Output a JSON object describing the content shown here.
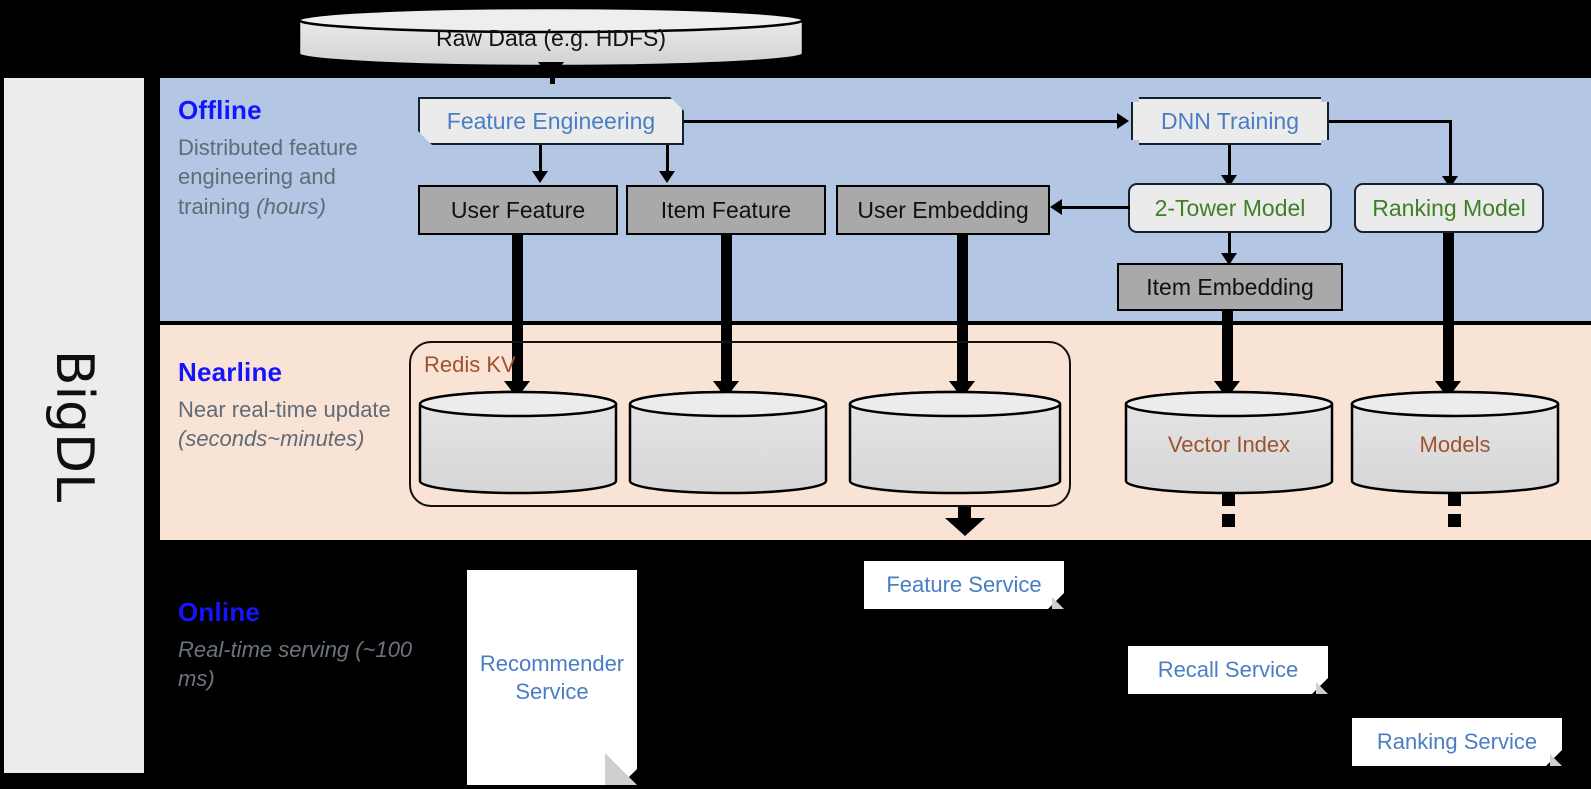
{
  "framework": {
    "name": "BigDL"
  },
  "layers": [
    {
      "key": "offline",
      "title": "Offline",
      "subtitle_plain": "Distributed feature engineering and training ",
      "subtitle_italic": "(hours)",
      "color": "#b3c6e4"
    },
    {
      "key": "nearline",
      "title": "Nearline",
      "subtitle_plain": "Near real-time update ",
      "subtitle_italic": "(seconds~minutes)",
      "color": "#f9e3d4"
    },
    {
      "key": "online",
      "title": "Online",
      "subtitle_plain": "Real-time serving ",
      "subtitle_italic": "(~100 ms)",
      "color": "#000000"
    }
  ],
  "source": {
    "label": "Raw Data (e.g. HDFS)"
  },
  "offline": {
    "feature_engineering": "Feature Engineering",
    "dnn_training": "DNN Training",
    "stores": [
      "User Feature",
      "Item Feature",
      "User Embedding"
    ],
    "models": [
      "2-Tower Model",
      "Ranking Model"
    ],
    "item_embedding": "Item Embedding"
  },
  "nearline": {
    "redis_group": "Redis KV",
    "redis_cylinders": [
      "",
      "",
      ""
    ],
    "stores": [
      "Vector Index",
      "Models"
    ]
  },
  "online": {
    "services": [
      "Recommender Service",
      "Feature Service",
      "Recall Service",
      "Ranking Service"
    ]
  },
  "colors": {
    "offline_band": "#b3c6e4",
    "nearline_band": "#f9e3d4",
    "online_band": "#000000",
    "title_blue": "#1414ff",
    "service_blue": "#4a7ec4",
    "model_green": "#3f8027",
    "store_brown": "#a0522d",
    "gray_box": "#a9a9a9",
    "sidebar": "#ececec"
  }
}
